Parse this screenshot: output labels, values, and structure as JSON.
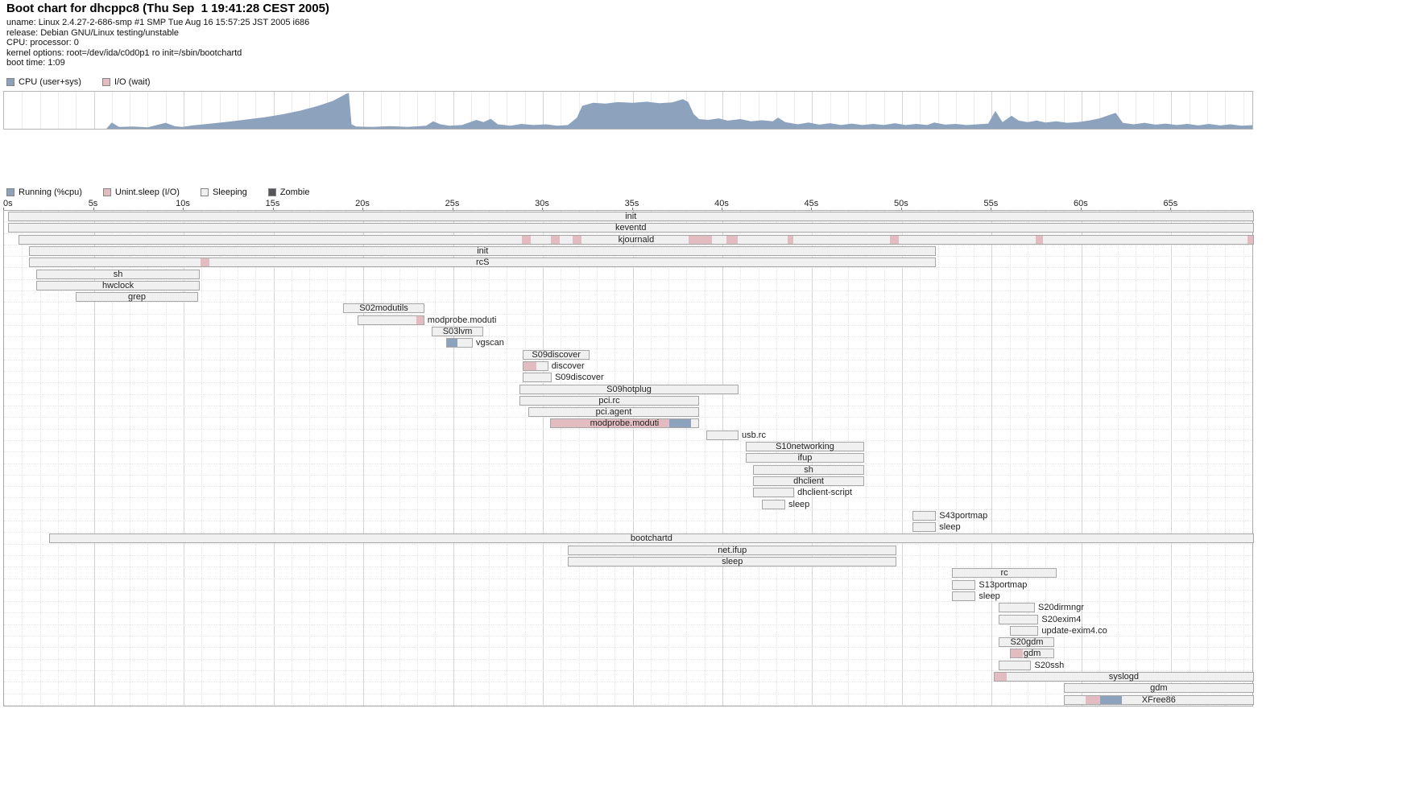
{
  "header": {
    "title": "Boot chart for dhcppc8 (Thu Sep  1 19:41:28 CEST 2005)",
    "info_lines": [
      "uname: Linux 2.4.27-2-686-smp #1 SMP Tue Aug 16 15:57:25 JST 2005 i686",
      "release: Debian GNU/Linux testing/unstable",
      "CPU: processor: 0",
      "kernel options: root=/dev/ida/c0d0p1 ro init=/sbin/bootchartd",
      "boot time: 1:09"
    ]
  },
  "colors": {
    "running": "#8da2bd",
    "io": "#e3bcc1",
    "sleeping": "#f0f0f0",
    "zombie": "#55565a",
    "bar_border": "#a6a6a6"
  },
  "cpu_legend": {
    "items": [
      {
        "label": "CPU (user+sys)",
        "swatch": "running"
      },
      {
        "label": "I/O (wait)",
        "swatch": "io"
      }
    ]
  },
  "proc_legend": {
    "items": [
      {
        "label": "Running (%cpu)",
        "swatch": "running"
      },
      {
        "label": "Unint.sleep (I/O)",
        "swatch": "io"
      },
      {
        "label": "Sleeping",
        "swatch": "sleeping"
      },
      {
        "label": "Zombie",
        "swatch": "zombie"
      }
    ]
  },
  "chart_data": [
    {
      "type": "area",
      "name": "cpu-usage",
      "title": "CPU (user+sys) utilization over boot time",
      "x_unit": "seconds",
      "x_range": [
        0,
        69.6
      ],
      "y_range": [
        0,
        1
      ],
      "grid": "vertical-1s",
      "points": [
        [
          0,
          0
        ],
        [
          5.7,
          0
        ],
        [
          6.0,
          0.17
        ],
        [
          6.4,
          0.05
        ],
        [
          7.2,
          0.06
        ],
        [
          8.0,
          0.04
        ],
        [
          9.0,
          0.16
        ],
        [
          9.5,
          0.07
        ],
        [
          9.9,
          0.05
        ],
        [
          10.5,
          0.09
        ],
        [
          11.5,
          0.14
        ],
        [
          12.5,
          0.19
        ],
        [
          13.5,
          0.25
        ],
        [
          14.5,
          0.31
        ],
        [
          15.5,
          0.39
        ],
        [
          16.5,
          0.49
        ],
        [
          17.5,
          0.62
        ],
        [
          18.3,
          0.75
        ],
        [
          19.0,
          0.93
        ],
        [
          19.2,
          0.97
        ],
        [
          19.35,
          0.12
        ],
        [
          19.6,
          0.06
        ],
        [
          20.5,
          0.05
        ],
        [
          21.5,
          0.07
        ],
        [
          22.5,
          0.05
        ],
        [
          23.5,
          0.08
        ],
        [
          23.9,
          0.2
        ],
        [
          24.3,
          0.12
        ],
        [
          24.8,
          0.08
        ],
        [
          25.5,
          0.1
        ],
        [
          26.3,
          0.24
        ],
        [
          26.7,
          0.18
        ],
        [
          27.1,
          0.27
        ],
        [
          27.5,
          0.12
        ],
        [
          28.2,
          0.08
        ],
        [
          28.8,
          0.13
        ],
        [
          29.5,
          0.1
        ],
        [
          30.2,
          0.12
        ],
        [
          30.8,
          0.08
        ],
        [
          31.4,
          0.1
        ],
        [
          31.9,
          0.3
        ],
        [
          32.2,
          0.62
        ],
        [
          32.8,
          0.7
        ],
        [
          33.5,
          0.68
        ],
        [
          34.2,
          0.72
        ],
        [
          35.0,
          0.7
        ],
        [
          35.8,
          0.73
        ],
        [
          36.5,
          0.69
        ],
        [
          37.2,
          0.71
        ],
        [
          37.8,
          0.8
        ],
        [
          38.1,
          0.72
        ],
        [
          38.4,
          0.4
        ],
        [
          38.7,
          0.26
        ],
        [
          39.2,
          0.24
        ],
        [
          39.8,
          0.28
        ],
        [
          40.3,
          0.22
        ],
        [
          41.0,
          0.26
        ],
        [
          41.6,
          0.2
        ],
        [
          42.2,
          0.23
        ],
        [
          42.8,
          0.2
        ],
        [
          43.1,
          0.3
        ],
        [
          43.5,
          0.18
        ],
        [
          44.2,
          0.12
        ],
        [
          44.8,
          0.17
        ],
        [
          45.4,
          0.11
        ],
        [
          46.0,
          0.15
        ],
        [
          46.6,
          0.1
        ],
        [
          47.2,
          0.14
        ],
        [
          47.8,
          0.1
        ],
        [
          48.4,
          0.13
        ],
        [
          49.0,
          0.1
        ],
        [
          49.6,
          0.15
        ],
        [
          50.2,
          0.1
        ],
        [
          50.8,
          0.13
        ],
        [
          51.4,
          0.1
        ],
        [
          51.8,
          0.17
        ],
        [
          52.4,
          0.11
        ],
        [
          53.0,
          0.13
        ],
        [
          53.6,
          0.1
        ],
        [
          54.2,
          0.12
        ],
        [
          54.8,
          0.14
        ],
        [
          55.2,
          0.48
        ],
        [
          55.6,
          0.18
        ],
        [
          56.1,
          0.35
        ],
        [
          56.5,
          0.22
        ],
        [
          57.0,
          0.18
        ],
        [
          57.5,
          0.22
        ],
        [
          58.0,
          0.17
        ],
        [
          58.6,
          0.2
        ],
        [
          59.2,
          0.16
        ],
        [
          59.8,
          0.18
        ],
        [
          60.4,
          0.22
        ],
        [
          61.0,
          0.28
        ],
        [
          61.6,
          0.38
        ],
        [
          61.9,
          0.43
        ],
        [
          62.3,
          0.16
        ],
        [
          62.9,
          0.12
        ],
        [
          63.5,
          0.16
        ],
        [
          64.1,
          0.11
        ],
        [
          64.7,
          0.14
        ],
        [
          65.3,
          0.1
        ],
        [
          65.9,
          0.13
        ],
        [
          66.5,
          0.09
        ],
        [
          67.1,
          0.13
        ],
        [
          67.7,
          0.09
        ],
        [
          68.3,
          0.12
        ],
        [
          68.9,
          0.08
        ],
        [
          69.6,
          0.1
        ]
      ]
    },
    {
      "type": "gantt",
      "name": "process-timeline",
      "title": "Process states over boot time",
      "x_unit": "seconds",
      "x_range": [
        0,
        69.6
      ],
      "tick_interval_s": 5,
      "minor_tick_s": 1,
      "tick_labels": [
        "0s",
        "5s",
        "10s",
        "15s",
        "20s",
        "25s",
        "30s",
        "35s",
        "40s",
        "45s",
        "50s",
        "55s",
        "60s",
        "65s"
      ],
      "default_state": "sleeping",
      "processes": [
        {
          "label": "init",
          "start": 0.2,
          "end": 69.6,
          "label_pos": "center",
          "segments": []
        },
        {
          "label": "keventd",
          "start": 0.2,
          "end": 69.6,
          "label_pos": "center",
          "segments": []
        },
        {
          "label": "kjournald",
          "start": 0.8,
          "end": 69.6,
          "label_pos": "center",
          "segments": [
            {
              "state": "io",
              "start": 28.8,
              "end": 29.3
            },
            {
              "state": "io",
              "start": 30.4,
              "end": 30.9
            },
            {
              "state": "io",
              "start": 31.6,
              "end": 32.1
            },
            {
              "state": "io",
              "start": 38.1,
              "end": 39.4
            },
            {
              "state": "io",
              "start": 40.2,
              "end": 40.8
            },
            {
              "state": "io",
              "start": 43.6,
              "end": 43.9
            },
            {
              "state": "io",
              "start": 49.3,
              "end": 49.8
            },
            {
              "state": "io",
              "start": 57.4,
              "end": 57.8
            },
            {
              "state": "io",
              "start": 69.2,
              "end": 69.6
            }
          ]
        },
        {
          "label": "init",
          "start": 1.4,
          "end": 51.9,
          "label_pos": "center",
          "segments": []
        },
        {
          "label": "rcS",
          "start": 1.4,
          "end": 51.9,
          "label_pos": "center",
          "segments": [
            {
              "state": "io",
              "start": 10.9,
              "end": 11.4
            }
          ]
        },
        {
          "label": "sh",
          "start": 1.8,
          "end": 10.9,
          "label_pos": "center",
          "segments": []
        },
        {
          "label": "hwclock",
          "start": 1.8,
          "end": 10.9,
          "label_pos": "center",
          "segments": []
        },
        {
          "label": "grep",
          "start": 4.0,
          "end": 10.8,
          "label_pos": "center",
          "segments": []
        },
        {
          "label": "S02modutils",
          "start": 18.9,
          "end": 23.4,
          "label_pos": "center",
          "segments": []
        },
        {
          "label": "modprobe.moduti",
          "start": 19.7,
          "end": 23.4,
          "label_pos": "right",
          "segments": [
            {
              "state": "io",
              "start": 22.9,
              "end": 23.4
            }
          ]
        },
        {
          "label": "S03lvm",
          "start": 23.8,
          "end": 26.7,
          "label_pos": "center",
          "segments": []
        },
        {
          "label": "vgscan",
          "start": 24.6,
          "end": 26.1,
          "label_pos": "right",
          "segments": [
            {
              "state": "running",
              "start": 24.6,
              "end": 25.2
            }
          ]
        },
        {
          "label": "S09discover",
          "start": 28.9,
          "end": 32.6,
          "label_pos": "center",
          "segments": []
        },
        {
          "label": "discover",
          "start": 28.9,
          "end": 30.3,
          "label_pos": "right",
          "segments": [
            {
              "state": "io",
              "start": 28.9,
              "end": 29.6
            }
          ]
        },
        {
          "label": "S09discover",
          "start": 28.9,
          "end": 30.5,
          "label_pos": "right",
          "segments": []
        },
        {
          "label": "S09hotplug",
          "start": 28.7,
          "end": 40.9,
          "label_pos": "center",
          "segments": []
        },
        {
          "label": "pci.rc",
          "start": 28.7,
          "end": 38.7,
          "label_pos": "center",
          "segments": []
        },
        {
          "label": "pci.agent",
          "start": 29.2,
          "end": 38.7,
          "label_pos": "center",
          "segments": []
        },
        {
          "label": "modprobe.moduti",
          "start": 30.4,
          "end": 38.7,
          "label_pos": "center",
          "segments": [
            {
              "state": "io",
              "start": 30.4,
              "end": 37.0
            },
            {
              "state": "running",
              "start": 37.0,
              "end": 38.2
            }
          ]
        },
        {
          "label": "usb.rc",
          "start": 39.1,
          "end": 40.9,
          "label_pos": "right",
          "segments": []
        },
        {
          "label": "S10networking",
          "start": 41.3,
          "end": 47.9,
          "label_pos": "center",
          "segments": []
        },
        {
          "label": "ifup",
          "start": 41.3,
          "end": 47.9,
          "label_pos": "center",
          "segments": []
        },
        {
          "label": "sh",
          "start": 41.7,
          "end": 47.9,
          "label_pos": "center",
          "segments": []
        },
        {
          "label": "dhclient",
          "start": 41.7,
          "end": 47.9,
          "label_pos": "center",
          "segments": []
        },
        {
          "label": "dhclient-script",
          "start": 41.7,
          "end": 44.0,
          "label_pos": "right",
          "segments": []
        },
        {
          "label": "sleep",
          "start": 42.2,
          "end": 43.5,
          "label_pos": "right",
          "segments": []
        },
        {
          "label": "S43portmap",
          "start": 50.6,
          "end": 51.9,
          "label_pos": "right",
          "segments": []
        },
        {
          "label": "sleep",
          "start": 50.6,
          "end": 51.9,
          "label_pos": "right",
          "segments": []
        },
        {
          "label": "bootchartd",
          "start": 2.5,
          "end": 69.6,
          "label_pos": "center",
          "segments": []
        },
        {
          "label": "net.ifup",
          "start": 31.4,
          "end": 49.7,
          "label_pos": "center",
          "segments": []
        },
        {
          "label": "sleep",
          "start": 31.4,
          "end": 49.7,
          "label_pos": "center",
          "segments": []
        },
        {
          "label": "rc",
          "start": 52.8,
          "end": 58.6,
          "label_pos": "center",
          "segments": []
        },
        {
          "label": "S13portmap",
          "start": 52.8,
          "end": 54.1,
          "label_pos": "right",
          "segments": []
        },
        {
          "label": "sleep",
          "start": 52.8,
          "end": 54.1,
          "label_pos": "right",
          "segments": []
        },
        {
          "label": "S20dirmngr",
          "start": 55.4,
          "end": 57.4,
          "label_pos": "right",
          "segments": []
        },
        {
          "label": "S20exim4",
          "start": 55.4,
          "end": 57.6,
          "label_pos": "right",
          "segments": []
        },
        {
          "label": "update-exim4.co",
          "start": 56.0,
          "end": 57.6,
          "label_pos": "right",
          "segments": []
        },
        {
          "label": "S20gdm",
          "start": 55.4,
          "end": 58.5,
          "label_pos": "center",
          "segments": []
        },
        {
          "label": "gdm",
          "start": 56.0,
          "end": 58.5,
          "label_pos": "center",
          "segments": [
            {
              "state": "io",
              "start": 56.0,
              "end": 56.7
            }
          ]
        },
        {
          "label": "S20ssh",
          "start": 55.4,
          "end": 57.2,
          "label_pos": "right",
          "segments": []
        },
        {
          "label": "syslogd",
          "start": 55.1,
          "end": 69.6,
          "label_pos": "center",
          "segments": [
            {
              "state": "io",
              "start": 55.1,
              "end": 55.8
            }
          ]
        },
        {
          "label": "gdm",
          "start": 59.0,
          "end": 69.6,
          "label_pos": "center",
          "segments": []
        },
        {
          "label": "XFree86",
          "start": 59.0,
          "end": 69.6,
          "label_pos": "center",
          "segments": [
            {
              "state": "io",
              "start": 60.2,
              "end": 61.0
            },
            {
              "state": "running",
              "start": 61.0,
              "end": 62.2
            }
          ]
        }
      ]
    }
  ]
}
